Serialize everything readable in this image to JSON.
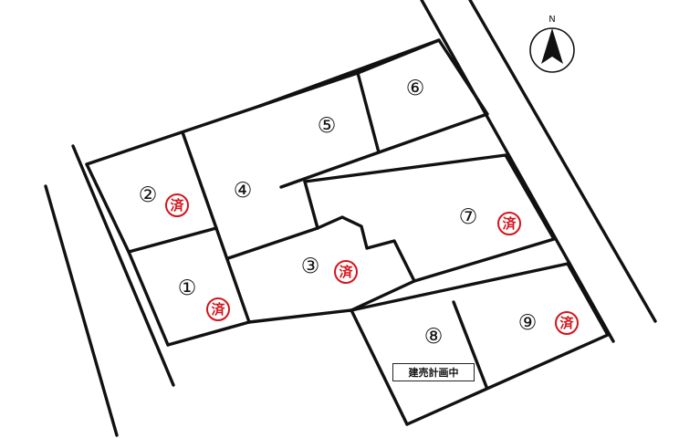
{
  "lots": [
    {
      "number": "①",
      "sold": true
    },
    {
      "number": "②",
      "sold": true
    },
    {
      "number": "③",
      "sold": true
    },
    {
      "number": "④",
      "sold": false
    },
    {
      "number": "⑤",
      "sold": false
    },
    {
      "number": "⑥",
      "sold": false
    },
    {
      "number": "⑦",
      "sold": true
    },
    {
      "number": "⑧",
      "sold": false,
      "status": "建売計画中"
    },
    {
      "number": "⑨",
      "sold": true
    }
  ],
  "sold_mark": "済",
  "compass": {
    "label": "N"
  },
  "colors": {
    "lines": "#111111",
    "sold_mark": "#d4141c",
    "background": "#ffffff"
  }
}
